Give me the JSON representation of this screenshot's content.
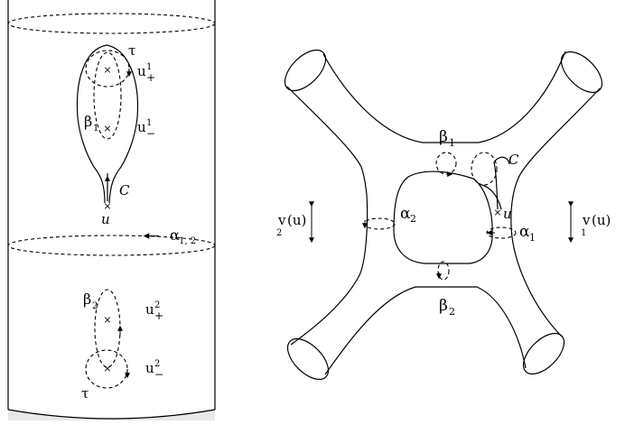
{
  "left_panel": {
    "labels": {
      "tau_top": "τ",
      "u1_plus_base": "u",
      "u1_plus_sup": "1",
      "u1_plus_sub": "+",
      "beta1_base": "β",
      "beta1_sub": "1",
      "u1_minus_base": "u",
      "u1_minus_sup": "1",
      "u1_minus_sub": "−",
      "c_curve": "C",
      "u_point": "u",
      "alpha12_base": "α",
      "alpha12_sub": "1, 2",
      "beta2_base": "β",
      "beta2_sub": "2",
      "u2_plus_base": "u",
      "u2_plus_sup": "2",
      "u2_plus_sub": "+",
      "u2_minus_base": "u",
      "u2_minus_sup": "2",
      "u2_minus_sub": "−",
      "tau_bottom": "τ"
    }
  },
  "right_panel": {
    "labels": {
      "beta1_base": "β",
      "beta1_sub": "1",
      "c_curve": "C",
      "alpha2_base": "α",
      "alpha2_sub": "2",
      "u_point": "u",
      "alpha1_base": "α",
      "alpha1_sub": "1",
      "v2_base": "v",
      "v2_sub": "2",
      "v2_arg": "(u)",
      "v1_base": "v",
      "v1_sub": "1",
      "v1_arg": "(u)",
      "beta2_base": "β",
      "beta2_sub": "2"
    }
  }
}
